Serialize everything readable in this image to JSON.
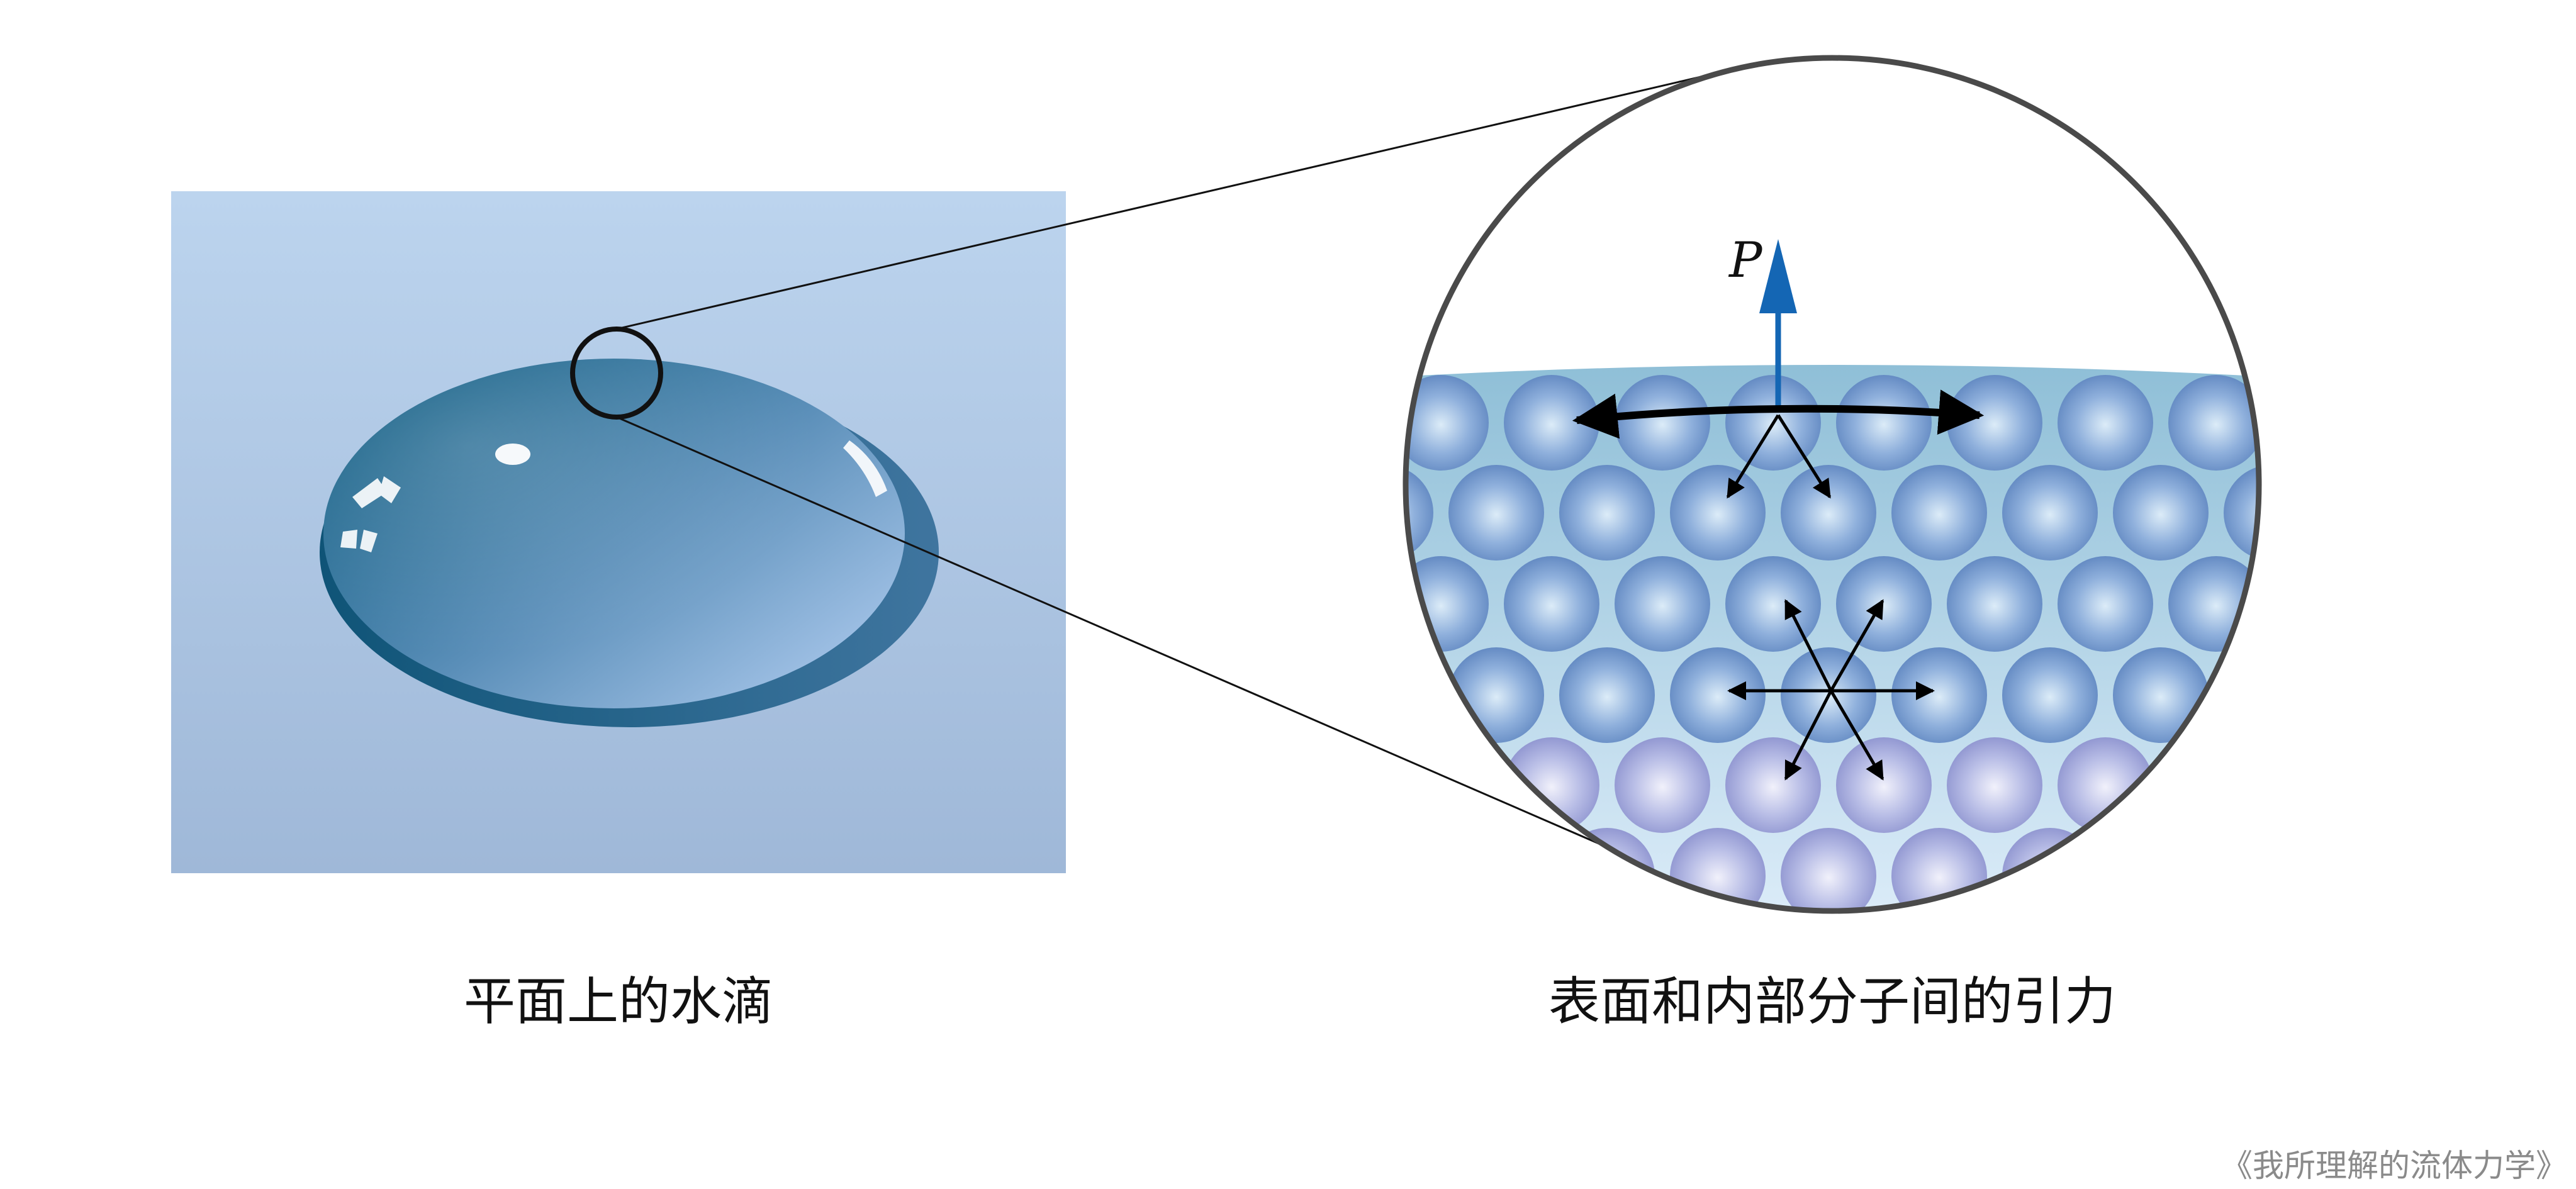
{
  "captions": {
    "left": "平面上的水滴",
    "right": "表面和内部分子间的引力"
  },
  "force_label": "P",
  "source": "《我所理解的流体力学》",
  "colors": {
    "background_panel_top": "#bcd4ee",
    "background_panel_bottom": "#9fb8d8",
    "droplet_dark": "#135f86",
    "droplet_light": "#8fb2d8",
    "molecule_light": "#dce9f6",
    "molecule_dark": "#5f8cc4",
    "force_arrow": "#1466b4",
    "outline": "#444444"
  },
  "icons": {
    "force_arrow": "up-arrow-icon",
    "attraction_arrows": "double-arrow-icon"
  }
}
